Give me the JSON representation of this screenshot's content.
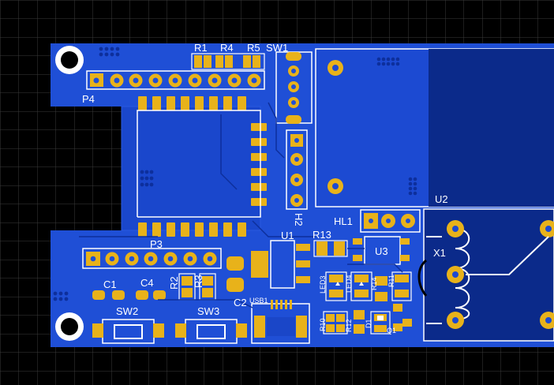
{
  "canvas": {
    "background": "#000000",
    "grid_color": "#3a3a3a",
    "board_color": "#1f4fd6",
    "copper_color": "#1a46c8",
    "pad_color": "#e8b21a",
    "silk_color": "#ffffff",
    "module_color": "#0b2a8a"
  },
  "labels": {
    "R1": "R1",
    "R4": "R4",
    "R5": "R5",
    "SW1": "SW1",
    "P4": "P4",
    "H2": "H2",
    "U2": "U2",
    "HL1": "HL1",
    "R13": "R13",
    "U1": "U1",
    "U3": "U3",
    "X1": "X1",
    "P3": "P3",
    "C1": "C1",
    "C4": "C4",
    "R2": "R2",
    "R3": "R3",
    "C2": "C2",
    "USB1": "USB1",
    "LED3": "LED3",
    "LED4": "LED4",
    "R14": "R14",
    "R11": "R11",
    "SW2": "SW2",
    "SW3": "SW3",
    "R10": "R10",
    "R12": "R12",
    "D1": "D1",
    "Q1": "Q1"
  }
}
